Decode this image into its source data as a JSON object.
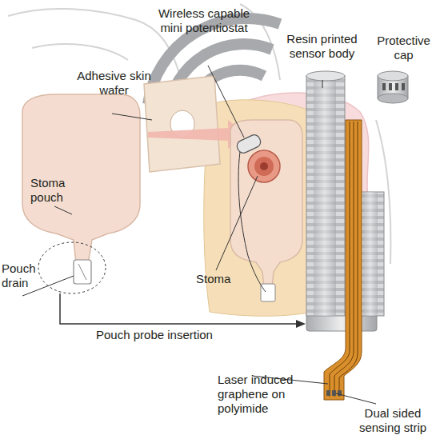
{
  "diagram": {
    "labels": [
      "Wireless capable mini potentiostat",
      "Resin printed sensor body",
      "Protective cap",
      "Adhesive skin wafer",
      "Stoma pouch",
      "Stoma",
      "Pouch drain",
      "Pouch probe insertion",
      "Laser induced graphene on polyimide",
      "Dual sided sensing strip"
    ]
  }
}
